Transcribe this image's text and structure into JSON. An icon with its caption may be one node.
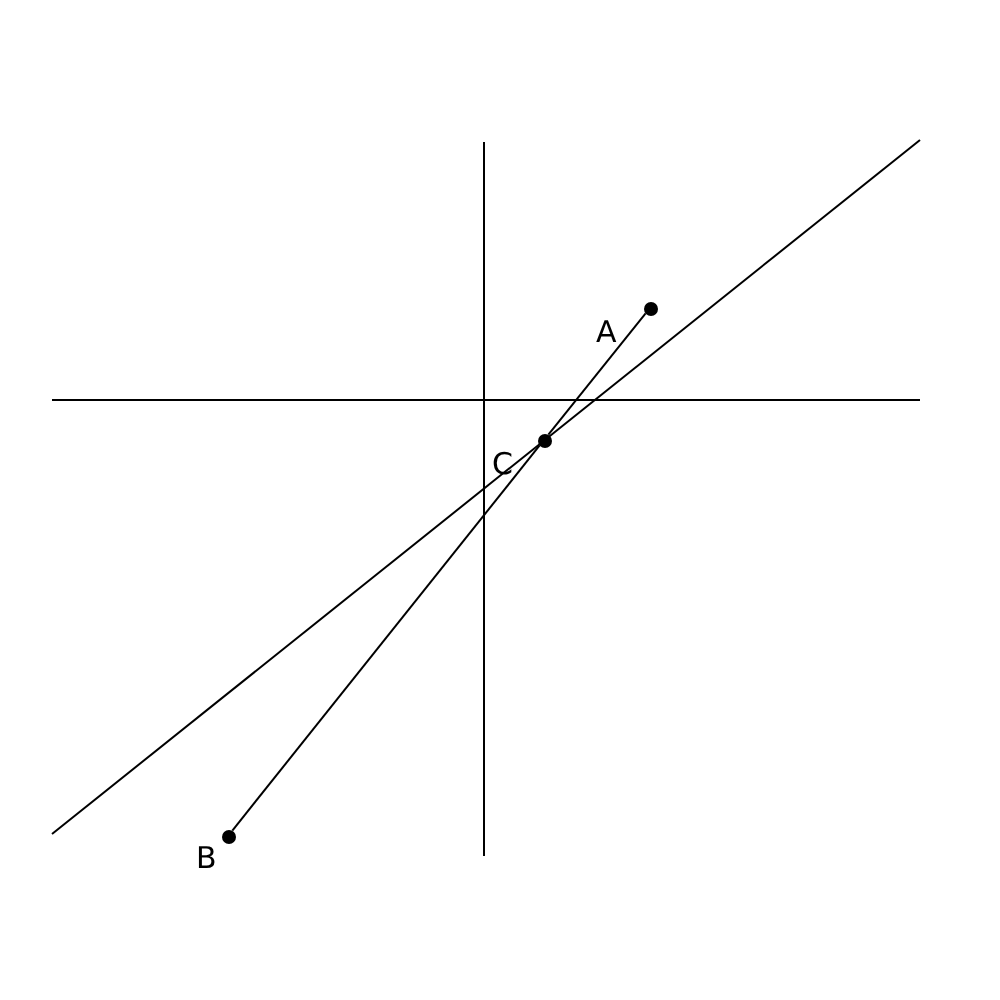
{
  "diagram": {
    "nodes": [
      {
        "text": [
          "A"
        ]
      },
      {
        "text": [
          "B"
        ]
      },
      {
        "text": [
          "C"
        ]
      }
    ],
    "edges": [
      {
        "from": 1,
        "to": 2,
        "arrow": "none"
      },
      {
        "from": 2,
        "to": 0,
        "arrow": "none"
      }
    ]
  }
}
